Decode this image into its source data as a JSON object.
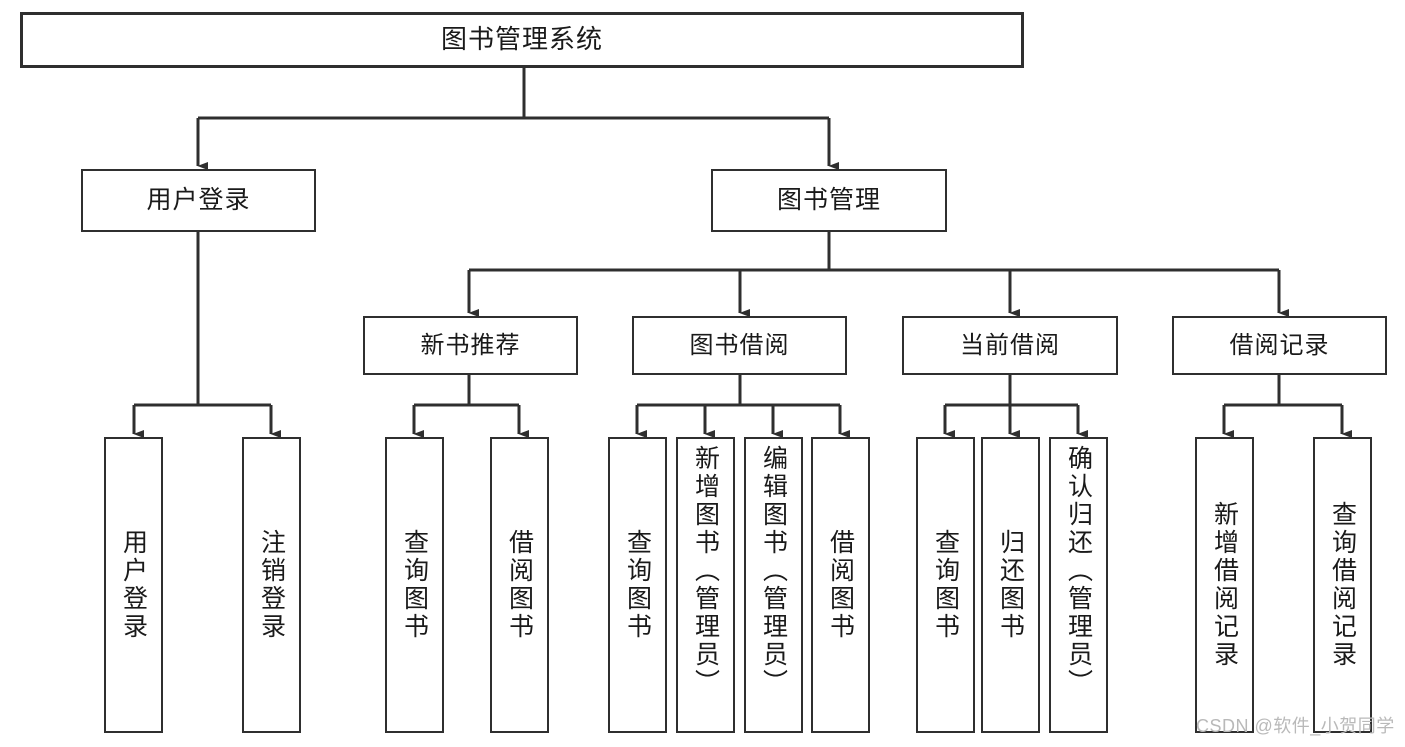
{
  "diagram": {
    "type": "tree",
    "title": "图书管理系统",
    "root": {
      "label": "图书管理系统"
    },
    "level1": [
      {
        "label": "用户登录"
      },
      {
        "label": "图书管理"
      }
    ],
    "level2": [
      {
        "label": "新书推荐"
      },
      {
        "label": "图书借阅"
      },
      {
        "label": "当前借阅"
      },
      {
        "label": "借阅记录"
      }
    ],
    "leaves": {
      "user_login": [
        {
          "label": "用户登录"
        },
        {
          "label": "注销登录"
        }
      ],
      "new_book_recommend": [
        {
          "label": "查询图书"
        },
        {
          "label": "借阅图书"
        }
      ],
      "book_borrow": [
        {
          "label": "查询图书"
        },
        {
          "label": "新增图书（管理员）"
        },
        {
          "label": "编辑图书（管理员）"
        },
        {
          "label": "借阅图书"
        }
      ],
      "current_borrow": [
        {
          "label": "查询图书"
        },
        {
          "label": "归还图书"
        },
        {
          "label": "确认归还（管理员）"
        }
      ],
      "borrow_record": [
        {
          "label": "新增借阅记录"
        },
        {
          "label": "查询借阅记录"
        }
      ]
    }
  },
  "watermark": {
    "text": "CSDN @软件_小贺同学"
  },
  "colors": {
    "stroke": "#2f2f2f",
    "background": "#ffffff",
    "text": "#1a1a1a",
    "watermark": "#b9b9b9"
  }
}
